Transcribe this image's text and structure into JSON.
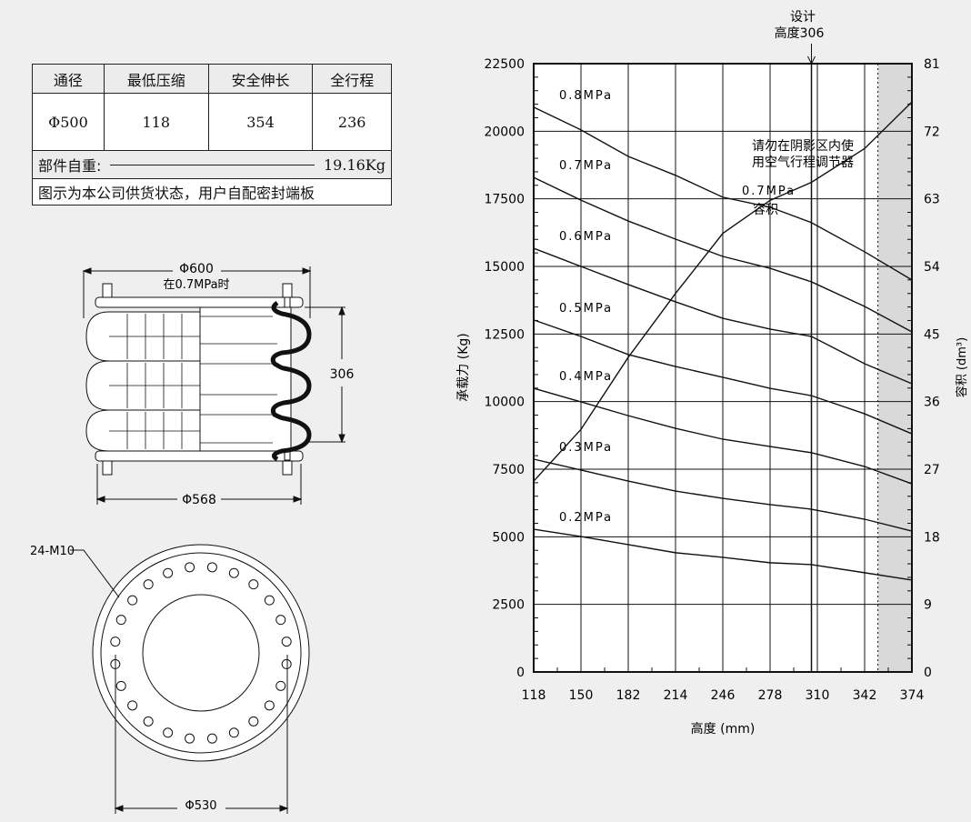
{
  "spec_table": {
    "headers": [
      "通径",
      "最低压缩",
      "安全伸长",
      "全行程"
    ],
    "values": [
      "Φ500",
      "118",
      "354",
      "236"
    ],
    "weight_label": "部件自重:",
    "weight_value": "19.16Kg",
    "note": "图示为本公司供货状态，用户自配密封端板"
  },
  "drawing": {
    "top_diameter": "Φ600",
    "top_condition": "在0.7MPa时",
    "height": "306",
    "bottom_diameter": "Φ568",
    "bolt_spec": "24-M10",
    "bolt_circle": "Φ530"
  },
  "chart_data": {
    "type": "line",
    "xlabel": "高度 (mm)",
    "ylabel": "承载力 (Kg)",
    "y2label": "容积 (dm³)",
    "xlim": [
      118,
      374
    ],
    "ylim": [
      0,
      22500
    ],
    "y2lim": [
      0,
      81
    ],
    "x_ticks": [
      "118",
      "150",
      "182",
      "214",
      "246",
      "278",
      "310",
      "342",
      "374"
    ],
    "y_ticks": [
      "0",
      "2500",
      "5000",
      "7500",
      "10000",
      "12500",
      "15000",
      "17500",
      "20000",
      "22500"
    ],
    "y2_ticks": [
      "0",
      "9",
      "18",
      "27",
      "36",
      "45",
      "54",
      "63",
      "72",
      "81"
    ],
    "grid": true,
    "design_height": {
      "x": 306,
      "label_line1": "设计",
      "label_line2": "高度306"
    },
    "shaded_region": {
      "from": 351,
      "to": 374,
      "note_line1": "请勿在阴影区内使",
      "note_line2": "用空气行程调节器"
    },
    "x": [
      118,
      150,
      182,
      214,
      246,
      278,
      306,
      342,
      374
    ],
    "series": [
      {
        "name": "0.8MPa",
        "values": [
          20890,
          20050,
          19070,
          18370,
          17560,
          17190,
          16620,
          15540,
          14500
        ]
      },
      {
        "name": "0.7MPa",
        "values": [
          18290,
          17450,
          16680,
          16010,
          15370,
          14930,
          14430,
          13520,
          12580
        ]
      },
      {
        "name": "0.6MPa",
        "values": [
          15670,
          15000,
          14330,
          13690,
          13080,
          12680,
          12410,
          11400,
          10660
        ]
      },
      {
        "name": "0.5MPa",
        "values": [
          13020,
          12410,
          11740,
          11300,
          10900,
          10490,
          10220,
          9550,
          8810
        ]
      },
      {
        "name": "0.4MPa",
        "values": [
          10490,
          9990,
          9480,
          9010,
          8610,
          8340,
          8110,
          7600,
          6960
        ]
      },
      {
        "name": "0.3MPa",
        "values": [
          7870,
          7470,
          7060,
          6690,
          6420,
          6190,
          6020,
          5650,
          5210
        ]
      },
      {
        "name": "0.2MPa",
        "values": [
          5280,
          5010,
          4710,
          4410,
          4240,
          4040,
          3970,
          3670,
          3400
        ]
      }
    ],
    "volume_series": {
      "name": "0.7MPa",
      "name2": "容积",
      "axis": "right",
      "values": [
        25.4,
        32.3,
        41.9,
        50.4,
        58.4,
        62.8,
        65.2,
        69.7,
        75.9
      ]
    }
  },
  "colors": {
    "background": "#efefef",
    "shade": "#d9d9d9",
    "line": "#111111"
  }
}
